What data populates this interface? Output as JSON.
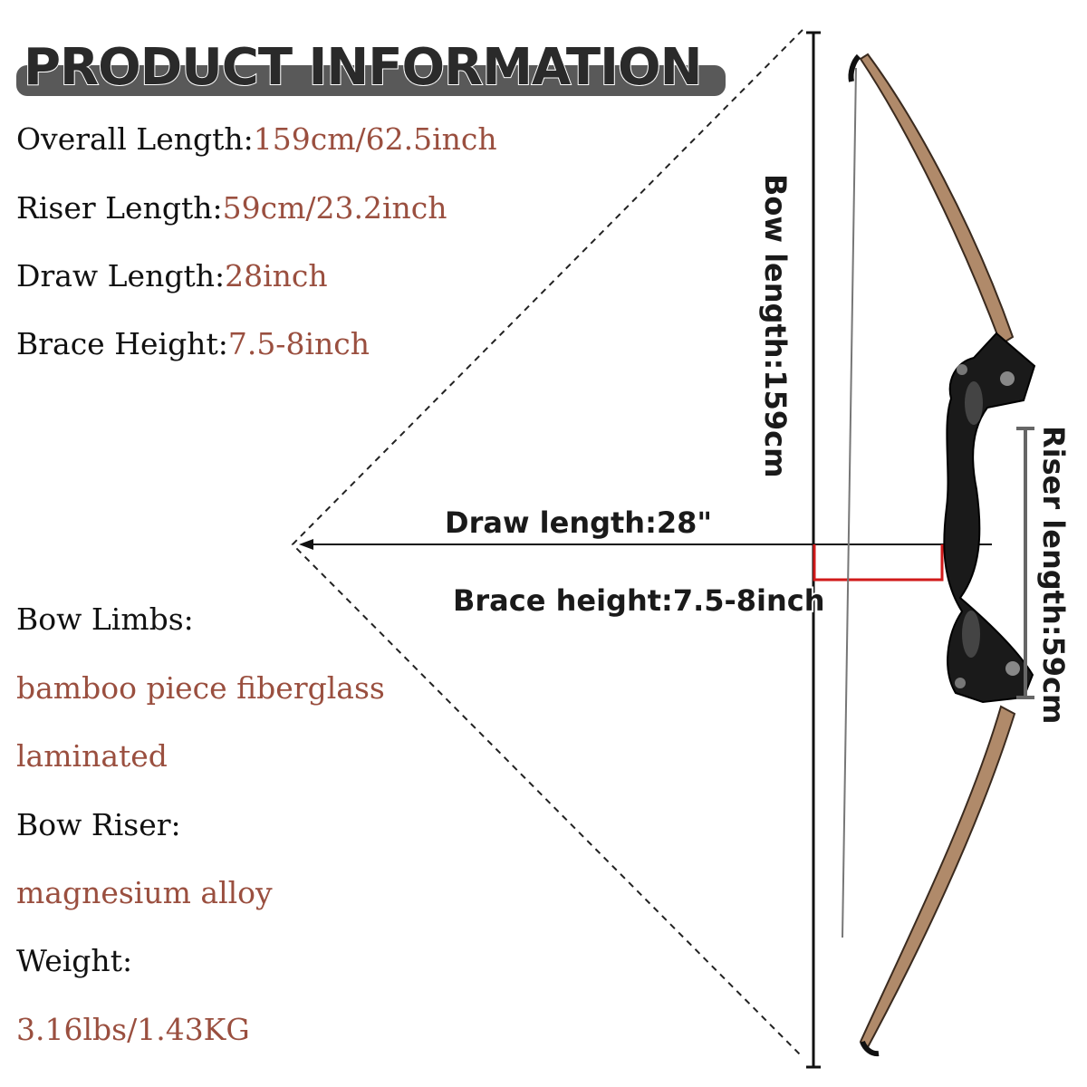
{
  "header": {
    "title": "PRODUCT INFORMATION"
  },
  "specs": [
    {
      "label": "Overall Length:",
      "value": "159cm/62.5inch"
    },
    {
      "label": "Riser Length:",
      "value": "59cm/23.2inch"
    },
    {
      "label": "Draw Length:",
      "value": "28inch"
    },
    {
      "label": "Brace Height:",
      "value": "7.5-8inch"
    }
  ],
  "materials": {
    "limbs_label": "Bow Limbs:",
    "limbs_value_line1": "bamboo piece fiberglass",
    "limbs_value_line2": "laminated",
    "riser_label": "Bow Riser:",
    "riser_value": "magnesium alloy",
    "weight_label": "Weight:",
    "weight_value": "3.16lbs/1.43KG"
  },
  "diagram": {
    "bow_length": "Bow length:159cm",
    "riser_length": "Riser length:59cm",
    "draw_length": "Draw length:28\"",
    "brace_height": "Brace height:7.5-8inch"
  },
  "colors": {
    "accent": "#9a4f3f",
    "text": "#111111",
    "header_bar": "#595959",
    "brace_marker": "#d11a1a",
    "limb": "#b08a6a",
    "riser": "#1a1a1a"
  },
  "icons": [
    "bow-icon"
  ]
}
